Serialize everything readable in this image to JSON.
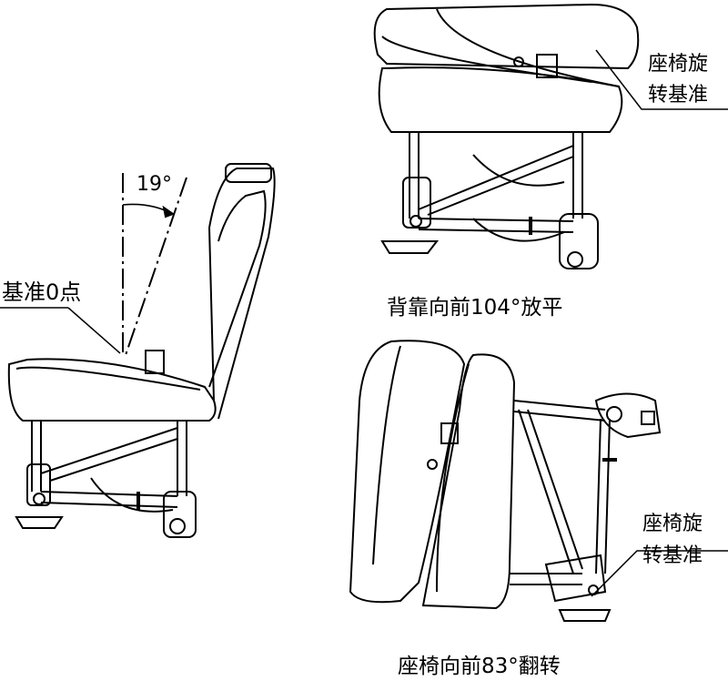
{
  "figure_1": {
    "angle_label": "19°",
    "reference_label": "基准0点"
  },
  "figure_2": {
    "pivot_label_line1": "座椅旋",
    "pivot_label_line2": "转基准",
    "caption": "背靠向前104°放平"
  },
  "figure_3": {
    "pivot_label_line1": "座椅旋",
    "pivot_label_line2": "转基准",
    "caption": "座椅向前83°翻转"
  },
  "colors": {
    "line": "#000000",
    "background": "#ffffff"
  }
}
